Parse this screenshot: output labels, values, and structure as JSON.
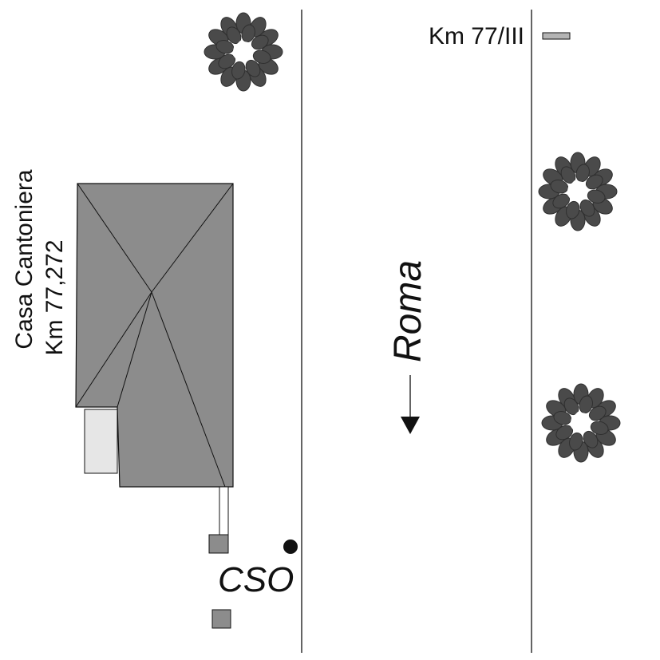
{
  "labels": {
    "km_marker": "Km 77/III",
    "building_name": "Casa Cantoniera",
    "building_km": "Km 77,272",
    "direction": "Roma",
    "station_code": "CSO"
  },
  "colors": {
    "roof": "#8c8c8c",
    "annex": "#e6e6e6",
    "marker_sign": "#b4b4b4",
    "tree_foliage": "#4a4a4a",
    "tree_dark": "#2f2f2f",
    "lines": "#111111"
  },
  "icons": {
    "tree": "tree-icon",
    "arrow": "arrow-down-icon",
    "station_dot": "station-dot-icon"
  }
}
